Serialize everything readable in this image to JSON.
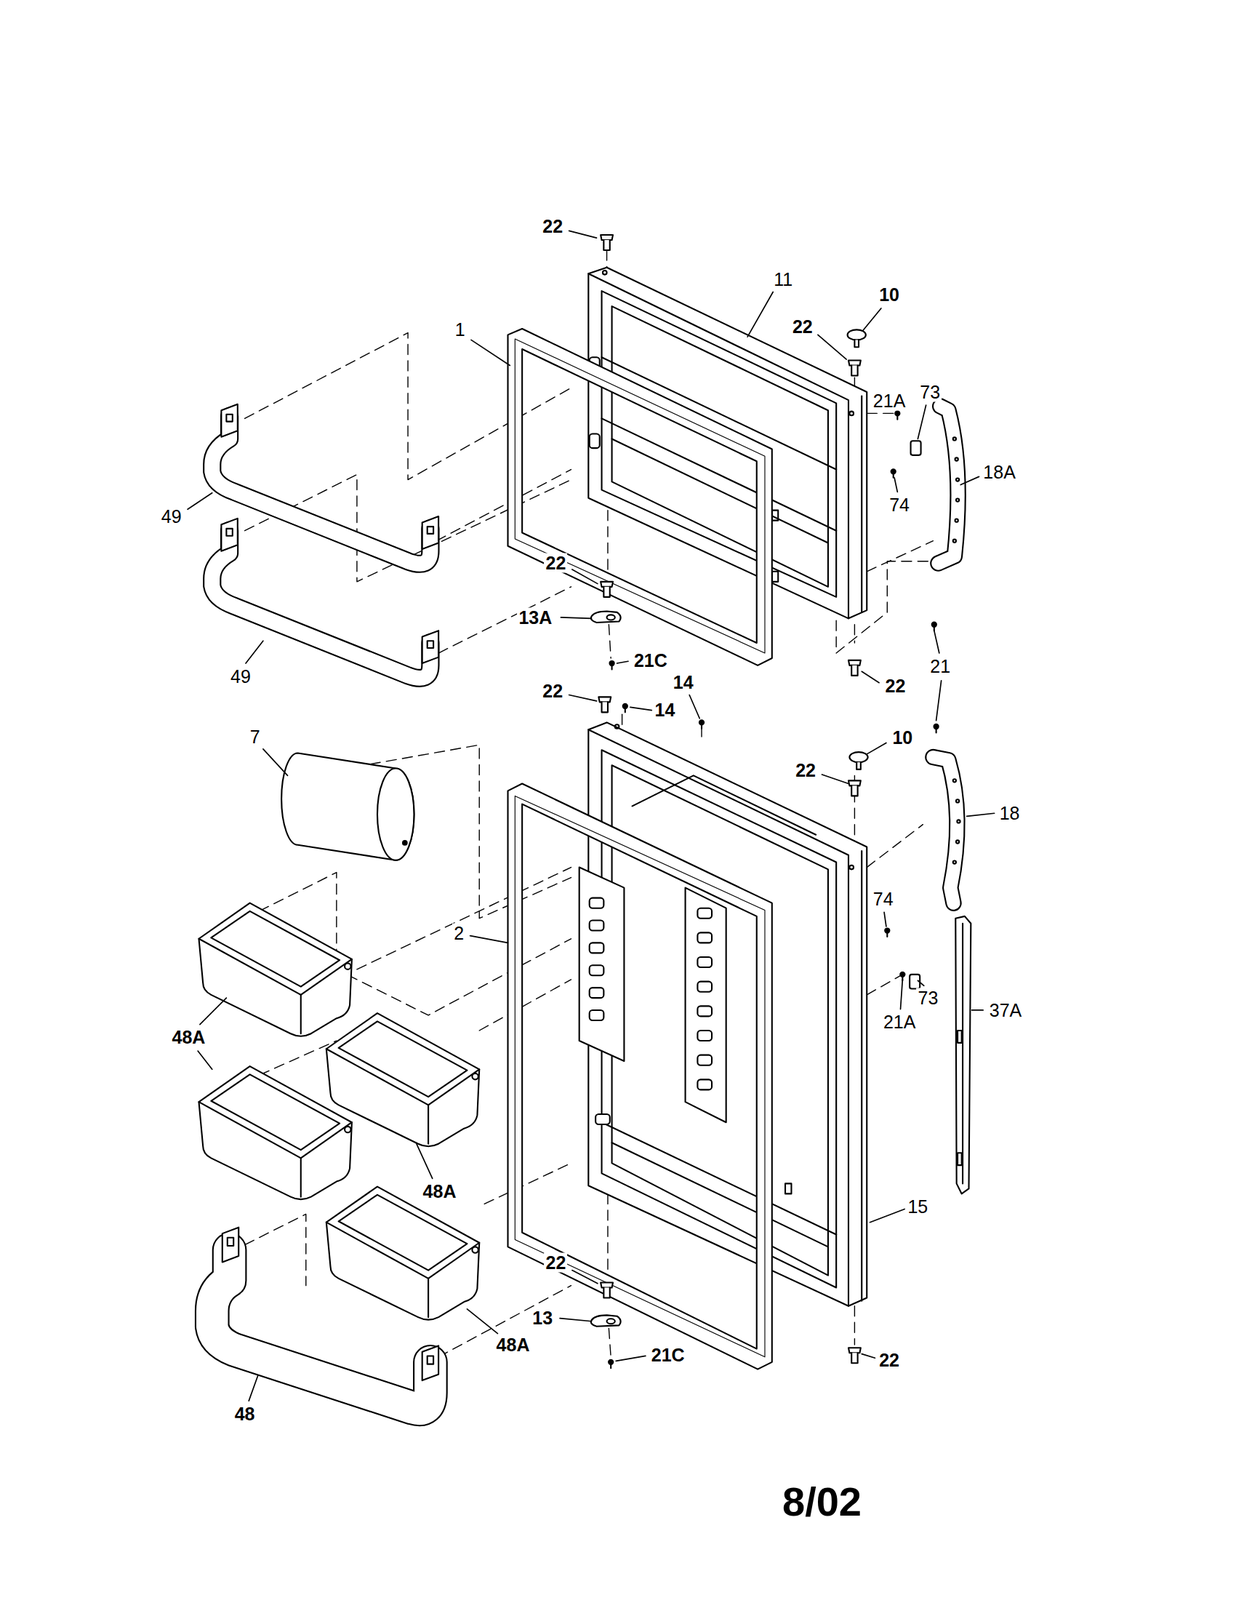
{
  "diagram": {
    "labels": [
      "22",
      "11",
      "10",
      "1",
      "22",
      "21A",
      "73",
      "18A",
      "74",
      "49",
      "22",
      "13A",
      "21C",
      "49",
      "21",
      "22",
      "14",
      "22",
      "14",
      "7",
      "10",
      "22",
      "18",
      "2",
      "74",
      "73",
      "21A",
      "37A",
      "48A",
      "48A",
      "15",
      "22",
      "13",
      "21C",
      "48A",
      "22",
      "48",
      "8/02"
    ]
  }
}
